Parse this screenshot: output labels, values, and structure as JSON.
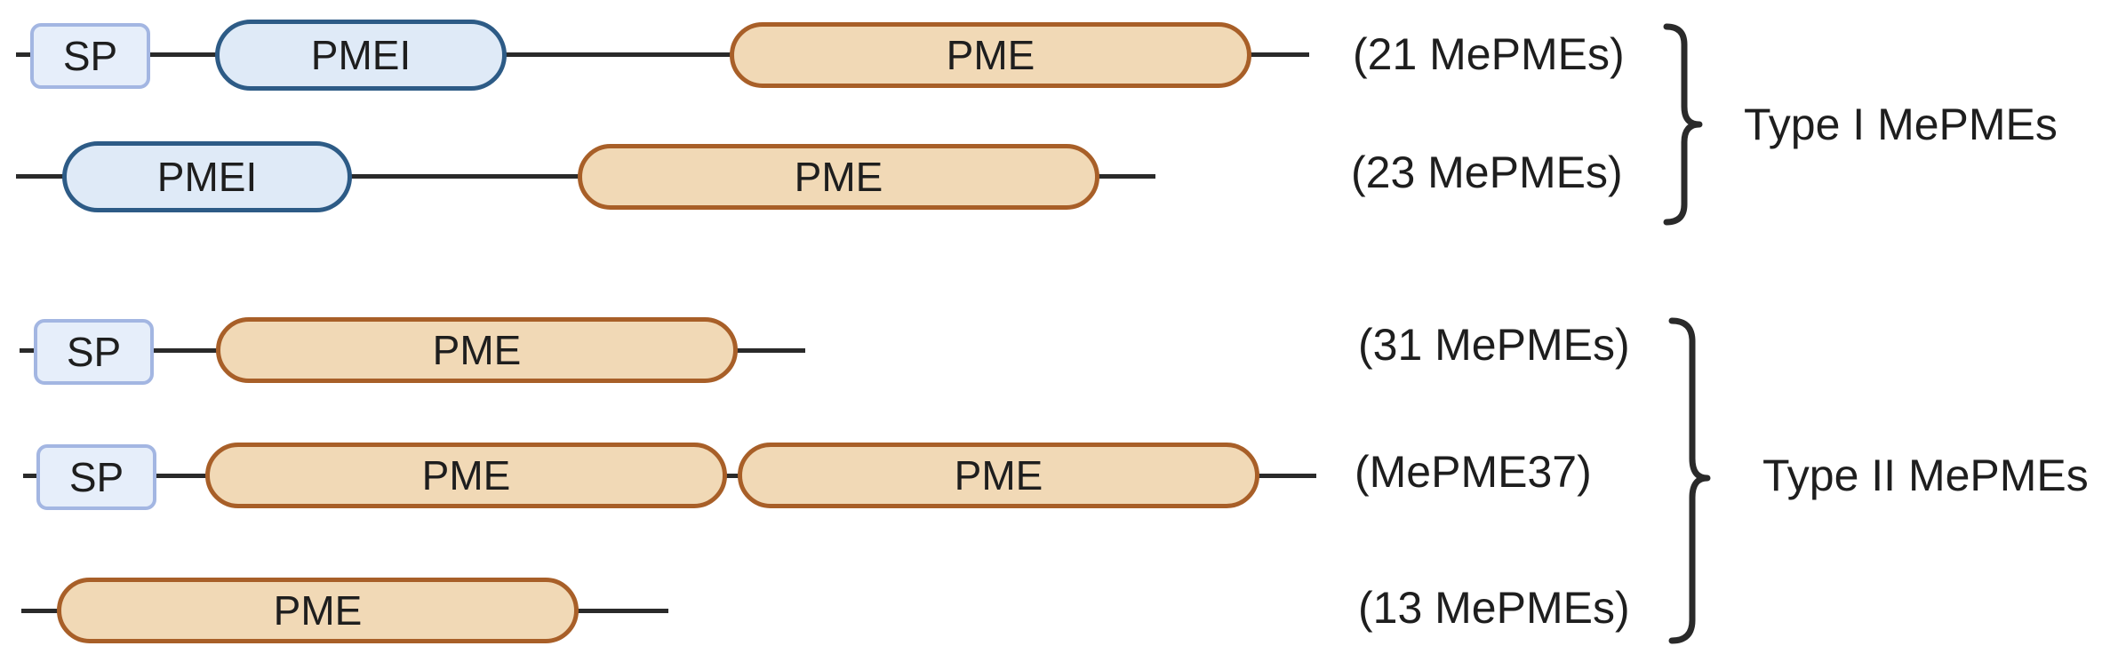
{
  "rows": [
    {
      "count_label": "(21 MePMEs)",
      "sp_label": "SP",
      "pmei_label": "PMEI",
      "pme_label": "PME"
    },
    {
      "count_label": "(23 MePMEs)",
      "pmei_label": "PMEI",
      "pme_label": "PME"
    },
    {
      "count_label": "(31 MePMEs)",
      "sp_label": "SP",
      "pme_label": "PME"
    },
    {
      "count_label": "(MePME37)",
      "sp_label": "SP",
      "pme1_label": "PME",
      "pme2_label": "PME"
    },
    {
      "count_label": "(13 MePMEs)",
      "pme_label": "PME"
    }
  ],
  "groups": {
    "type1_label": "Type I MePMEs",
    "type2_label": "Type II MePMEs"
  },
  "colors": {
    "line": "#2a2a2a",
    "sp_fill": "#e6eefa",
    "sp_border": "#a3b6e2",
    "pmei_fill": "#dfeaf7",
    "pmei_border": "#2d5b86",
    "pme_fill": "#f1d9b6",
    "pme_border": "#a85f28"
  }
}
